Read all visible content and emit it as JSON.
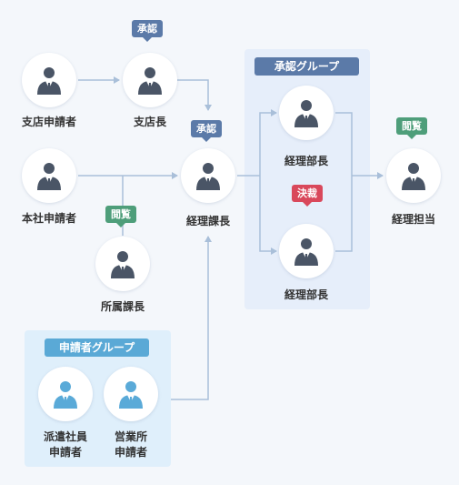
{
  "groups": {
    "approval": "承認グループ",
    "applicant": "申請者グループ"
  },
  "nodes": {
    "branch_applicant": "支店申請者",
    "branch_manager": "支店長",
    "hq_applicant": "本社申請者",
    "accounting_section_chief": "経理課長",
    "dept_manager": "所属課長",
    "accounting_director_1": "経理部長",
    "accounting_director_2": "経理部長",
    "accounting_staff": "経理担当",
    "temp_staff_line1": "派遣社員",
    "temp_staff_line2": "申請者",
    "sales_office_line1": "営業所",
    "sales_office_line2": "申請者"
  },
  "badges": {
    "approve_branch": "承認",
    "approve_section": "承認",
    "view_dept": "閲覧",
    "decide": "決裁",
    "view_staff": "閲覧"
  },
  "colors": {
    "person_dark": "#4a5566",
    "person_light": "#5aaad8",
    "connector": "#a9bfd9",
    "approve": "#5b7aa8",
    "view": "#4e9e7a",
    "decide": "#d9485b",
    "approval_group_bg": "#e6eefa",
    "applicant_group_bg": "#dfeffb"
  },
  "icons": {
    "person": "person-icon",
    "arrow": "arrow-head"
  }
}
